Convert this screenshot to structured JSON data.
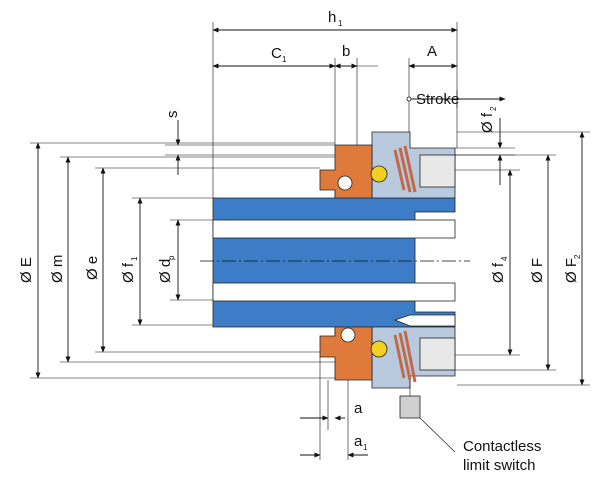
{
  "colors": {
    "shaft": "#3d7cc6",
    "housing": "#b9c9de",
    "bearing_orange": "#e07a3a",
    "ball": "#f0d020",
    "spring": "#c06a4a",
    "line": "#111111"
  },
  "labels": {
    "h1": "h",
    "h1_sub": "1",
    "c1": "C",
    "c1_sub": "1",
    "b": "b",
    "A": "A",
    "stroke": "Stroke",
    "s": "s",
    "f2": "Ø f",
    "f2_sub": "2",
    "E": "Ø E",
    "m": "Ø m",
    "e": "Ø e",
    "f1": "Ø f",
    "f1_sub": "1",
    "dp": "Ø d",
    "dp_sub": "p",
    "f4": "Ø f",
    "f4_sub": "4",
    "F": "Ø F",
    "F2": "Ø F",
    "F2_sub": "2",
    "a": "a",
    "a1": "a",
    "a1_sub": "1",
    "switch_line1": "Contactless",
    "switch_line2": "limit switch"
  }
}
